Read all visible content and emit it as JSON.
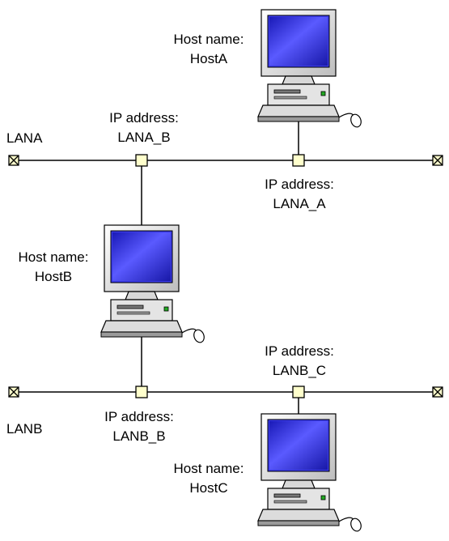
{
  "lans": {
    "lan_a": {
      "name": "LANA"
    },
    "lan_b": {
      "name": "LANB"
    }
  },
  "hosts": {
    "host_a": {
      "caption": "Host name:",
      "name": "HostA"
    },
    "host_b": {
      "caption": "Host name:",
      "name": "HostB"
    },
    "host_c": {
      "caption": "Host name:",
      "name": "HostC"
    }
  },
  "ports": {
    "lana_b": {
      "caption": "IP address:",
      "address": "LANA_B"
    },
    "lana_a": {
      "caption": "IP address:",
      "address": "LANA_A"
    },
    "lanb_c": {
      "caption": "IP address:",
      "address": "LANB_C"
    },
    "lanb_b": {
      "caption": "IP address:",
      "address": "LANB_B"
    }
  },
  "colors": {
    "screen": "#3a3ae8",
    "monitor_body": "#e8e8e8",
    "port_fill": "#ffffcc",
    "line": "#000000"
  }
}
